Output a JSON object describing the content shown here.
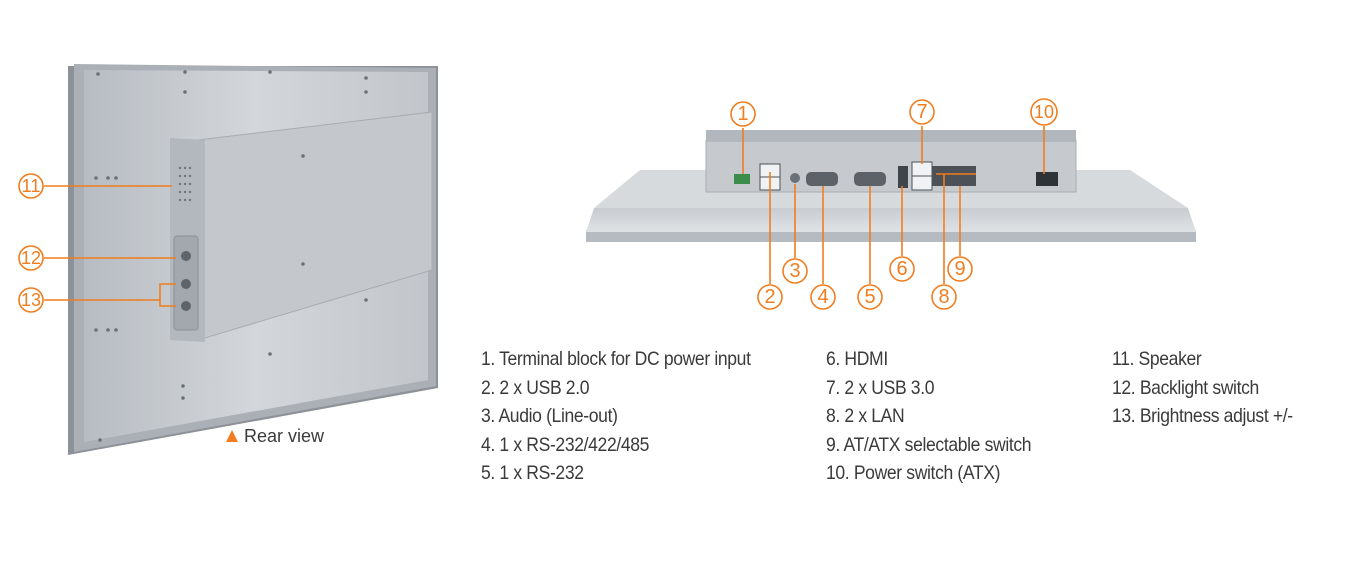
{
  "caption": {
    "marker_icon": "triangle-up-icon",
    "text": "Rear view"
  },
  "callouts": [
    "1",
    "2",
    "3",
    "4",
    "5",
    "6",
    "7",
    "8",
    "9",
    "10",
    "11",
    "12",
    "13"
  ],
  "legend": {
    "col1": [
      "1. Terminal block for DC power input",
      "2. 2 x USB 2.0",
      "3. Audio (Line-out)",
      "4. 1 x RS-232/422/485",
      "5. 1 x RS-232"
    ],
    "col2": [
      "6. HDMI",
      "7. 2 x USB 3.0",
      "8. 2 x LAN",
      "9. AT/ATX selectable switch",
      "10. Power switch (ATX)"
    ],
    "col3": [
      "11. Speaker",
      "12. Backlight switch",
      "13. Brightness adjust +/-"
    ]
  },
  "colors": {
    "accent": "#f07d1f",
    "text": "#3a3a3a",
    "panel": "#c9cdd2",
    "panel_dark": "#9aa0a6"
  }
}
